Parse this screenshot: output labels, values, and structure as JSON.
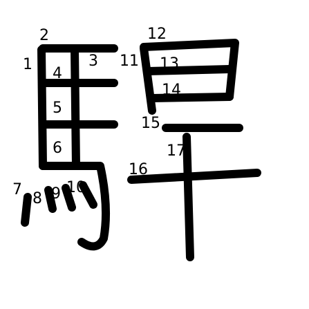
{
  "character": {
    "stroke_color": "#000000",
    "background": "#ffffff",
    "stroke_numbers": [
      "1",
      "2",
      "3",
      "4",
      "5",
      "6",
      "7",
      "8",
      "9",
      "10",
      "11",
      "12",
      "13",
      "14",
      "15",
      "16",
      "17"
    ]
  }
}
